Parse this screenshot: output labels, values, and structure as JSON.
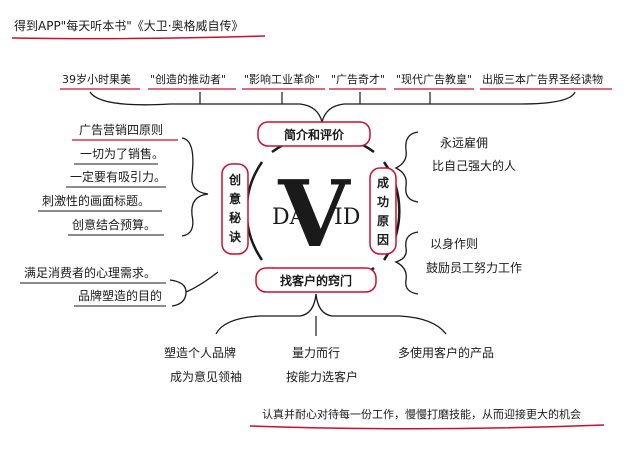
{
  "title": "得到APP\"每天听本书\"《大卫·奥格威自传》",
  "center": {
    "left": "DA",
    "middle": "V",
    "right": "ID"
  },
  "ring": {
    "top": "简介和评价",
    "bottom": "找客户的窍门",
    "left": "创意秘诀",
    "right": "成功原因"
  },
  "top_items": [
    "39岁小时果美",
    "\"创造的推动者\"",
    "\"影响工业革命\"",
    "\"广告奇才\"",
    "\"现代广告教皇\"",
    "出版三本广告界圣经读物"
  ],
  "left_group": {
    "header": "广告营销四原则",
    "items": [
      "一切为了销售。",
      "一定要有吸引力。",
      "刺激性的画面标题。",
      "创意结合预算。"
    ]
  },
  "left_bottom": [
    "满足消费者的心理需求。",
    "品牌塑造的目的"
  ],
  "right_group1": [
    "永远雇佣",
    "比自己强大的人"
  ],
  "right_group2": [
    "以身作则",
    "鼓励员工努力工作"
  ],
  "bottom_items": [
    [
      "塑造个人品牌",
      "成为意见领袖"
    ],
    [
      "量力而行",
      "按能力选客户"
    ],
    [
      "多使用客户的产品"
    ]
  ],
  "footer": "认真并耐心对待每一份工作，慢慢打磨技能，从而迎接更大的机会",
  "colors": {
    "accent": "#c8102e",
    "ink": "#1a1a1a"
  }
}
